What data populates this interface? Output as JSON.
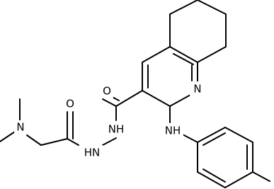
{
  "structure": {
    "atoms": {
      "n_ring": "N",
      "o_amide_right": "O",
      "o_amide_left": "O",
      "nh_hydrazide_right": "NH",
      "hn_hydrazide_left": "HN",
      "n_dimethylamino": "N",
      "nh_aniline": "NH"
    },
    "colors": {
      "bond": "#000000",
      "label": "#000000",
      "background": "#ffffff"
    }
  }
}
